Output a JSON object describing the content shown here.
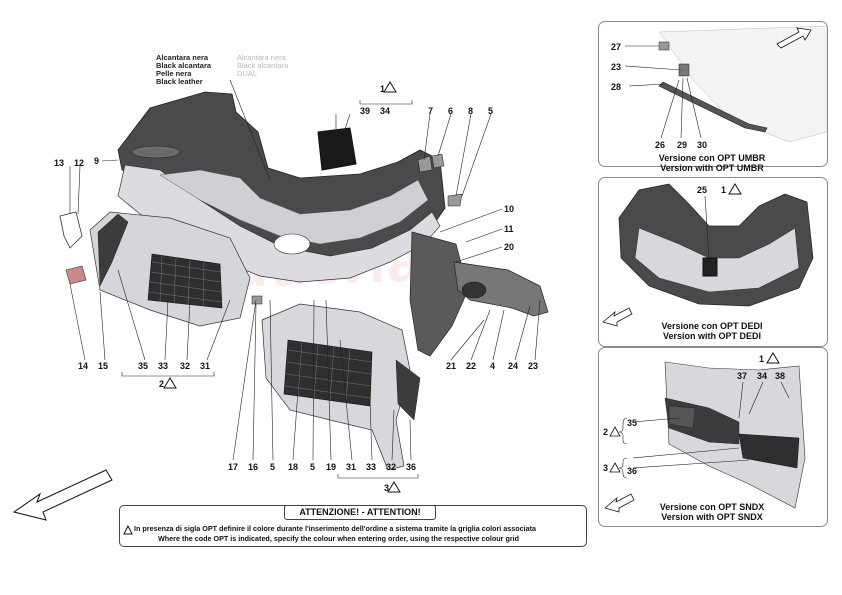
{
  "materials": {
    "primary": [
      "Alcantara nera",
      "Black alcantara",
      "Pelle nera",
      "Black leather"
    ],
    "dual": [
      "Alcantara nera",
      "Black alcantara",
      "DUAL"
    ]
  },
  "callouts": {
    "c13": "13",
    "c12": "12",
    "c9": "9",
    "c1": "1",
    "c39": "39",
    "c34": "34",
    "c7": "7",
    "c6": "6",
    "c8": "8",
    "c5a": "5",
    "c10": "10",
    "c11": "11",
    "c20": "20",
    "c14": "14",
    "c15": "15",
    "c35": "35",
    "c33a": "33",
    "c32a": "32",
    "c31a": "31",
    "c2": "2",
    "c21": "21",
    "c22": "22",
    "c4": "4",
    "c24": "24",
    "c23a": "23",
    "c17": "17",
    "c16": "16",
    "c5b": "5",
    "c18": "18",
    "c5c": "5",
    "c19": "19",
    "c31b": "31",
    "c33b": "33",
    "c32b": "32",
    "c36": "36",
    "c3": "3"
  },
  "panel_umbr": {
    "callouts": {
      "c27": "27",
      "c23": "23",
      "c28": "28",
      "c26": "26",
      "c29": "29",
      "c30": "30"
    },
    "caption": [
      "Versione con OPT UMBR",
      "Version with OPT UMBR"
    ]
  },
  "panel_dedi": {
    "callouts": {
      "c25": "25",
      "c1": "1"
    },
    "caption": [
      "Versione con OPT DEDI",
      "Version with OPT DEDI"
    ]
  },
  "panel_sndx": {
    "callouts": {
      "c1": "1",
      "c37": "37",
      "c34": "34",
      "c38": "38",
      "c2": "2",
      "c35": "35",
      "c3": "3",
      "c36": "36"
    },
    "caption": [
      "Versione con OPT SNDX",
      "Version with OPT SNDX"
    ]
  },
  "attention": {
    "title": "ATTENZIONE! - ATTENTION!",
    "line_it": "In presenza di sigla OPT definire il colore durante l'inserimento dell'ordine a sistema tramite la griglia colori associata",
    "line_en": "Where the code OPT is indicated, specify the colour when entering order, using the respective colour grid"
  },
  "colors": {
    "dark_trim": "#4a4a4a",
    "light_trim": "#d8d8dc",
    "line": "#222222",
    "watermark": "#e99a9a"
  }
}
